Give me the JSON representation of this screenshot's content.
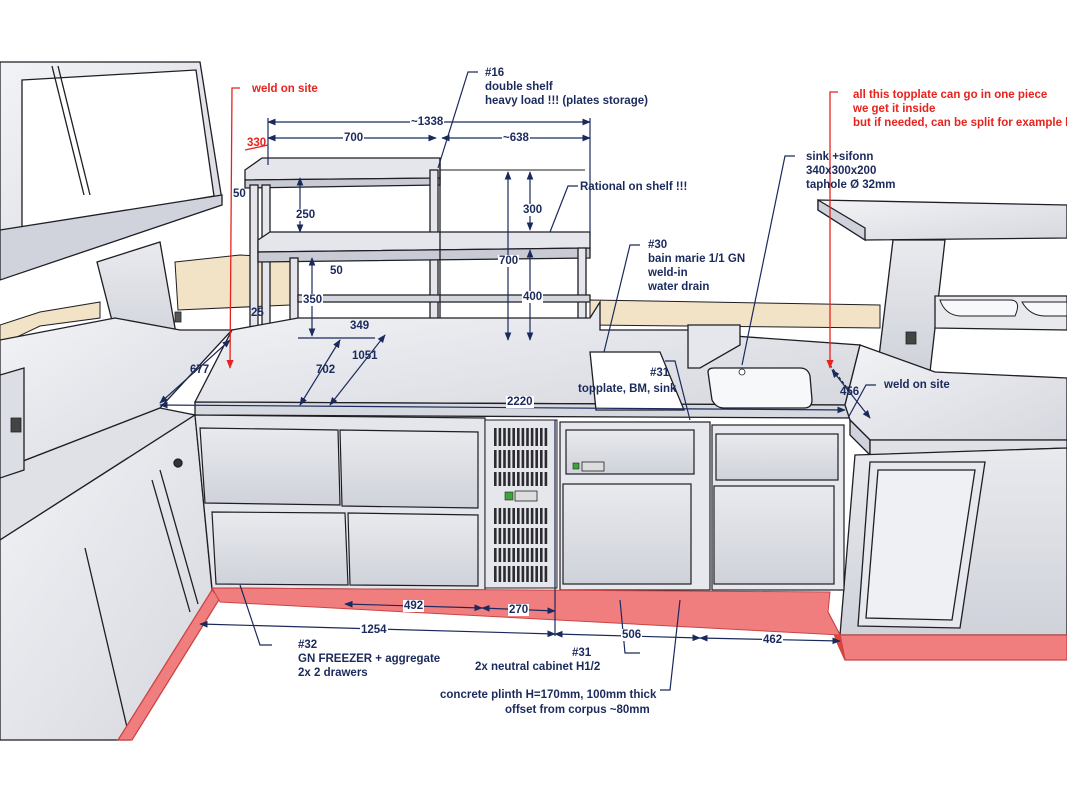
{
  "colors": {
    "steel_light": "#eeeff3",
    "steel_mid": "#d9dbe2",
    "steel_dark": "#b9bcc6",
    "outline": "#1e1e24",
    "plinth": "#f07e7e",
    "plinth_dark": "#e8423a",
    "wood": "#f3e3c6",
    "annotation_navy": "#1b2a5c",
    "annotation_red": "#e8231d",
    "panel_green": "#3da33d"
  },
  "annotations": {
    "weld_left": "weld on site",
    "shelf_id": "#16",
    "shelf_line1": "double shelf",
    "shelf_line2": "heavy load !!! (plates storage)",
    "topplate_note_line1": "all this topplate can go in one piece",
    "topplate_note_line2": "we get it inside",
    "topplate_note_line3": "but if needed, can be split for example here",
    "sink_line1": "sink +sifonn",
    "sink_line2": "340x300x200",
    "sink_line3": "taphole Ø 32mm",
    "rational": "Rational on shelf !!!",
    "bm_id": "#30",
    "bm_line1": "bain marie 1/1 GN",
    "bm_line2": "weld-in",
    "bm_line3": "water drain",
    "top_id": "#31",
    "top_line1": "topplate, BM, sink",
    "weld_right": "weld on site",
    "freezer_id": "#32",
    "freezer_line1": "GN FREEZER + aggregate",
    "freezer_line2": "2x 2 drawers",
    "cabinet_id": "#31",
    "cabinet_line1": "2x neutral cabinet H1/2",
    "plinth_line1": "concrete plinth H=170mm, 100mm thick",
    "plinth_line2": "offset from corpus ~80mm"
  },
  "dimensions": {
    "shelf_total": "~1338",
    "shelf_left": "700",
    "shelf_right": "~638",
    "offset_330": "330",
    "thk_50_top": "50",
    "gap_250": "250",
    "thk_50_mid": "50",
    "gap_350": "350",
    "gap_25": "25",
    "height_700": "700",
    "gap_300": "300",
    "gap_400": "400",
    "depth_349": "349",
    "depth_702": "702",
    "depth_1051": "1051",
    "depth_677": "677",
    "length_2220": "2220",
    "depth_456": "456",
    "plinth_492": "492",
    "plinth_270": "270",
    "plinth_1254": "1254",
    "plinth_506": "506",
    "plinth_462": "462"
  }
}
